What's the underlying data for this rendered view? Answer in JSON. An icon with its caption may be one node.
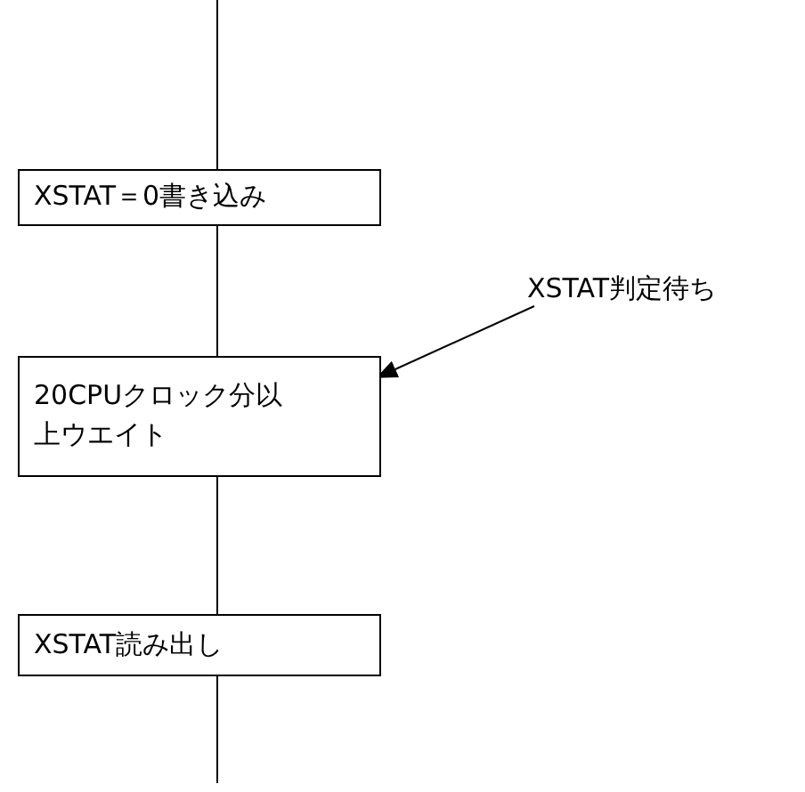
{
  "diagram": {
    "nodes": [
      {
        "text": [
          "XSTAT＝0書き込み"
        ]
      },
      {
        "text": [
          "20CPUクロック分以上ウエイト"
        ]
      },
      {
        "text": [
          "XSTAT読み出し"
        ]
      },
      {
        "text": [
          "XSTAT判定待ち"
        ]
      }
    ],
    "edges": [
      {
        "from": null,
        "to": 0,
        "arrow": "none"
      },
      {
        "from": 0,
        "to": 1,
        "arrow": "none"
      },
      {
        "from": 1,
        "to": 2,
        "arrow": "none"
      },
      {
        "from": 2,
        "to": null,
        "arrow": "none"
      },
      {
        "from": 3,
        "to": 1,
        "arrow": "to"
      }
    ]
  }
}
